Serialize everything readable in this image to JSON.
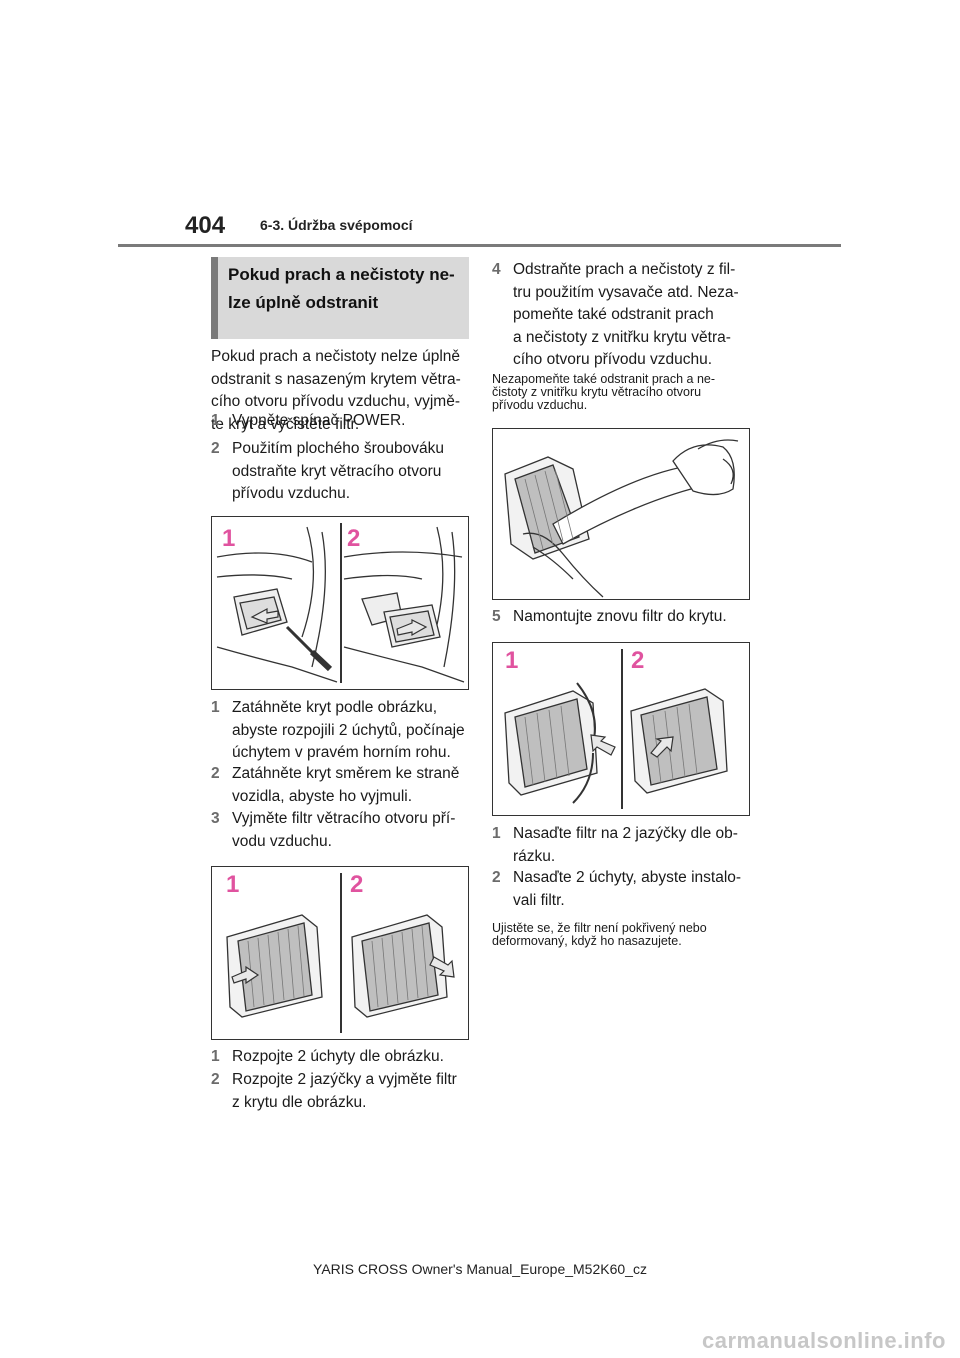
{
  "header": {
    "page_number": "404",
    "section": "6-3. Údržba svépomocí"
  },
  "left": {
    "box_title": [
      "Pokud prach a nečistoty ne-",
      "lze úplně odstranit"
    ],
    "intro": [
      "Pokud prach a nečistoty nelze úplně",
      "odstranit s nasazeným krytem větra-",
      "cího otvoru přívodu vzduchu, vyjmě-",
      "te kryt a vyčistěte filtr."
    ],
    "steps_a": [
      {
        "num": "1",
        "lines": [
          "Vypněte spínač POWER."
        ]
      },
      {
        "num": "2",
        "lines": [
          "Použitím plochého šroubováku",
          "odstraňte kryt větracího otvoru",
          "přívodu vzduchu."
        ]
      }
    ],
    "fig1": {
      "label1": "1",
      "label2": "2"
    },
    "steps_b": [
      {
        "num": "1",
        "lines": [
          "Zatáhněte kryt podle obrázku,",
          "abyste rozpojili 2 úchytů, počínaje",
          "úchytem v pravém horním rohu."
        ]
      },
      {
        "num": "2",
        "lines": [
          "Zatáhněte kryt směrem ke straně",
          "vozidla, abyste ho vyjmuli."
        ]
      },
      {
        "num": "3",
        "lines": [
          "Vyjměte filtr větracího otvoru pří-",
          "vodu vzduchu."
        ]
      }
    ],
    "fig2": {
      "label1": "1",
      "label2": "2"
    },
    "steps_c": [
      {
        "num": "1",
        "lines": [
          "Rozpojte 2 úchyty dle obrázku."
        ]
      },
      {
        "num": "2",
        "lines": [
          "Rozpojte 2 jazýčky a vyjměte filtr",
          "z krytu dle obrázku."
        ]
      }
    ]
  },
  "right": {
    "step4": {
      "num": "4",
      "lines": [
        "Odstraňte prach a nečistoty z fil-",
        "tru použitím vysavače atd. Neza-",
        "pomeňte také odstranit prach",
        "a nečistoty z vnitřku krytu větra-",
        "cího otvoru přívodu vzduchu."
      ]
    },
    "note1": [
      "Nezapomeňte také odstranit prach a ne-",
      "čistoty z vnitřku krytu větracího otvoru",
      "přívodu vzduchu."
    ],
    "step5": {
      "num": "5",
      "lines": [
        "Namontujte znovu filtr do krytu."
      ]
    },
    "fig4": {
      "label1": "1",
      "label2": "2"
    },
    "steps_d": [
      {
        "num": "1",
        "lines": [
          "Nasaďte filtr na 2 jazýčky dle ob-",
          "rázku."
        ]
      },
      {
        "num": "2",
        "lines": [
          "Nasaďte 2 úchyty, abyste instalo-",
          "vali filtr."
        ]
      }
    ],
    "note2": [
      "Ujistěte se, že filtr není pokřivený nebo",
      "deformovaný, když ho nasazujete."
    ]
  },
  "footer": "YARIS CROSS Owner's Manual_Europe_M52K60_cz",
  "watermark": "carmanualsonline.info"
}
